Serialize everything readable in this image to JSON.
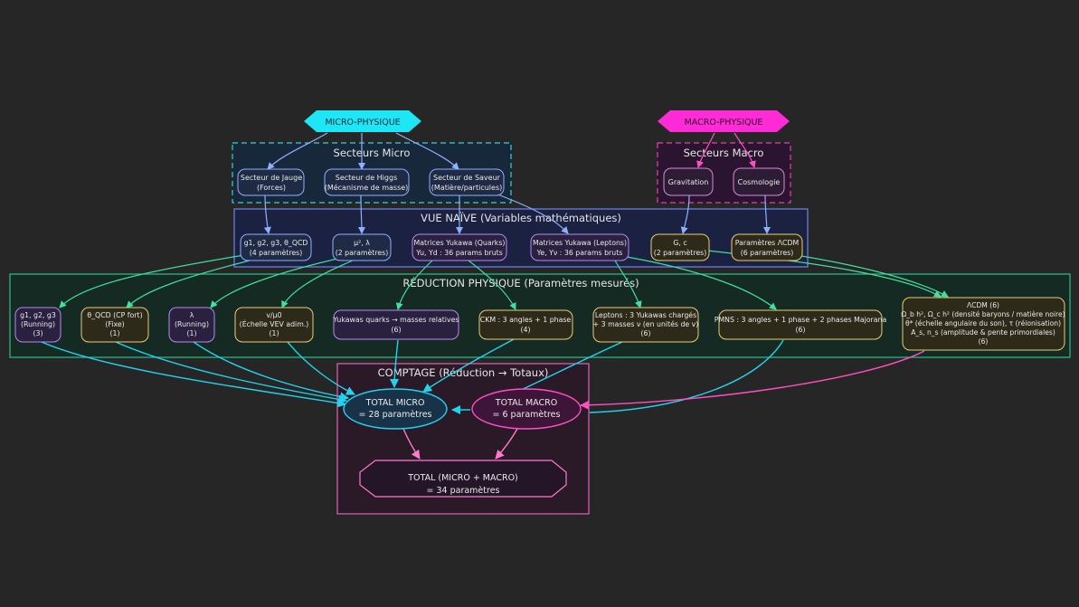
{
  "colors": {
    "background": "#262626",
    "cyan": "#22d3ee",
    "magenta": "#ff2bd6",
    "micro_border": "#2fd3d8",
    "macro_border": "#e83fae",
    "naive_border": "#6f86e6",
    "physique_border": "#2fbf8a",
    "comptage_border": "#e064b4",
    "blue_node": "#8fb0ff",
    "purple_node": "#b58cf0",
    "yellow_node": "#e7cf7a",
    "green_arrow": "#3fe0a0",
    "pink_arrow": "#ff7ac8"
  },
  "top": {
    "micro": "MICRO-PHYSIQUE",
    "macro": "MACRO-PHYSIQUE"
  },
  "clusters": {
    "micro": "Secteurs Micro",
    "macro": "Secteurs Macro",
    "naive": "VUE NAÏVE (Variables mathématiques)",
    "physique": "RÉDUCTION PHYSIQUE (Paramètres mesurés)",
    "comptage": "COMPTAGE (Réduction → Totaux)"
  },
  "sectors": {
    "jauge": [
      "Secteur de Jauge",
      "(Forces)"
    ],
    "higgs": [
      "Secteur de Higgs",
      "(Mécanisme de masse)"
    ],
    "saveur": [
      "Secteur de Saveur",
      "(Matière/particules)"
    ],
    "gravitation": [
      "Gravitation"
    ],
    "cosmologie": [
      "Cosmologie"
    ]
  },
  "naive": {
    "gauge": [
      "g1, g2, g3, θ_QCD",
      "(4 paramètres)"
    ],
    "higgs": [
      "μ², λ",
      "(2 paramètres)"
    ],
    "yuk_quarks": [
      "Matrices Yukawa (Quarks)",
      "Yu, Yd : 36 params bruts"
    ],
    "yuk_leptons": [
      "Matrices Yukawa (Leptons)",
      "Ye, Yν : 36 params bruts"
    ],
    "gc": [
      "G, c",
      "(2 paramètres)"
    ],
    "lcdm": [
      "Paramètres ΛCDM",
      "(6 paramètres)"
    ]
  },
  "physique": {
    "g123": [
      "g1, g2, g3",
      "(Running)",
      "(3)"
    ],
    "thetaqcd": [
      "θ_QCD (CP fort)",
      "(Fixe)",
      "(1)"
    ],
    "lambda": [
      "λ",
      "(Running)",
      "(1)"
    ],
    "vev": [
      "v/μ0",
      "(Échelle VEV adim.)",
      "(1)"
    ],
    "yq": [
      "Yukawas quarks → masses relatives",
      "(6)"
    ],
    "ckm": [
      "CKM : 3 angles + 1 phase",
      "(4)"
    ],
    "leptons": [
      "Leptons : 3 Yukawas chargés",
      "+ 3 masses ν (en unités de v)",
      "(6)"
    ],
    "pmns": [
      "PMNS : 3 angles + 1 phase + 2 phases Majorana",
      "(6)"
    ],
    "lcdm": [
      "ΛCDM (6)",
      "Ω_b h², Ω_c h² (densité baryons / matière noire)",
      "θ* (échelle angulaire du son), τ (réionisation)",
      "A_s, n_s (amplitude & pente primordiales)",
      "(6)"
    ]
  },
  "totals": {
    "micro": [
      "TOTAL MICRO",
      "= 28 paramètres"
    ],
    "macro": [
      "TOTAL MACRO",
      "= 6 paramètres"
    ],
    "all": [
      "TOTAL (MICRO + MACRO)",
      "= 34 paramètres"
    ]
  }
}
